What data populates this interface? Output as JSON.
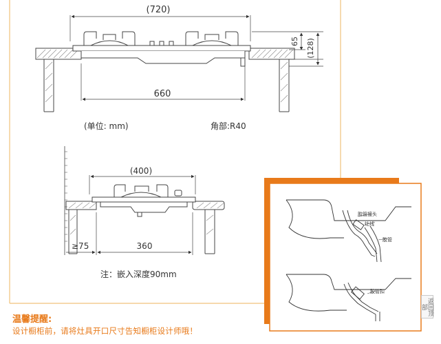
{
  "colors": {
    "accent": "#e87a1a",
    "line": "#444444",
    "border": "#f0c27a"
  },
  "top_view": {
    "width_label": "(720)",
    "height_label": "65",
    "total_height_label": "(128)",
    "cutout_label": "660",
    "unit_label": "(单位: mm)",
    "corner_label": "角部:R40"
  },
  "side_view": {
    "width_label": "(400)",
    "depth_label": "≥75",
    "cutout_label": "360",
    "note_label": "注：嵌入深度90mm"
  },
  "inset": {
    "labels": [
      "胶管接头",
      "灶线",
      "胶管",
      "胶管扣"
    ]
  },
  "tip": {
    "title": "温馨提醒:",
    "body": "设计橱柜前，请将灶具开口尺寸告知橱柜设计师哦！"
  },
  "back_to_top": {
    "label": "返回顶部"
  }
}
